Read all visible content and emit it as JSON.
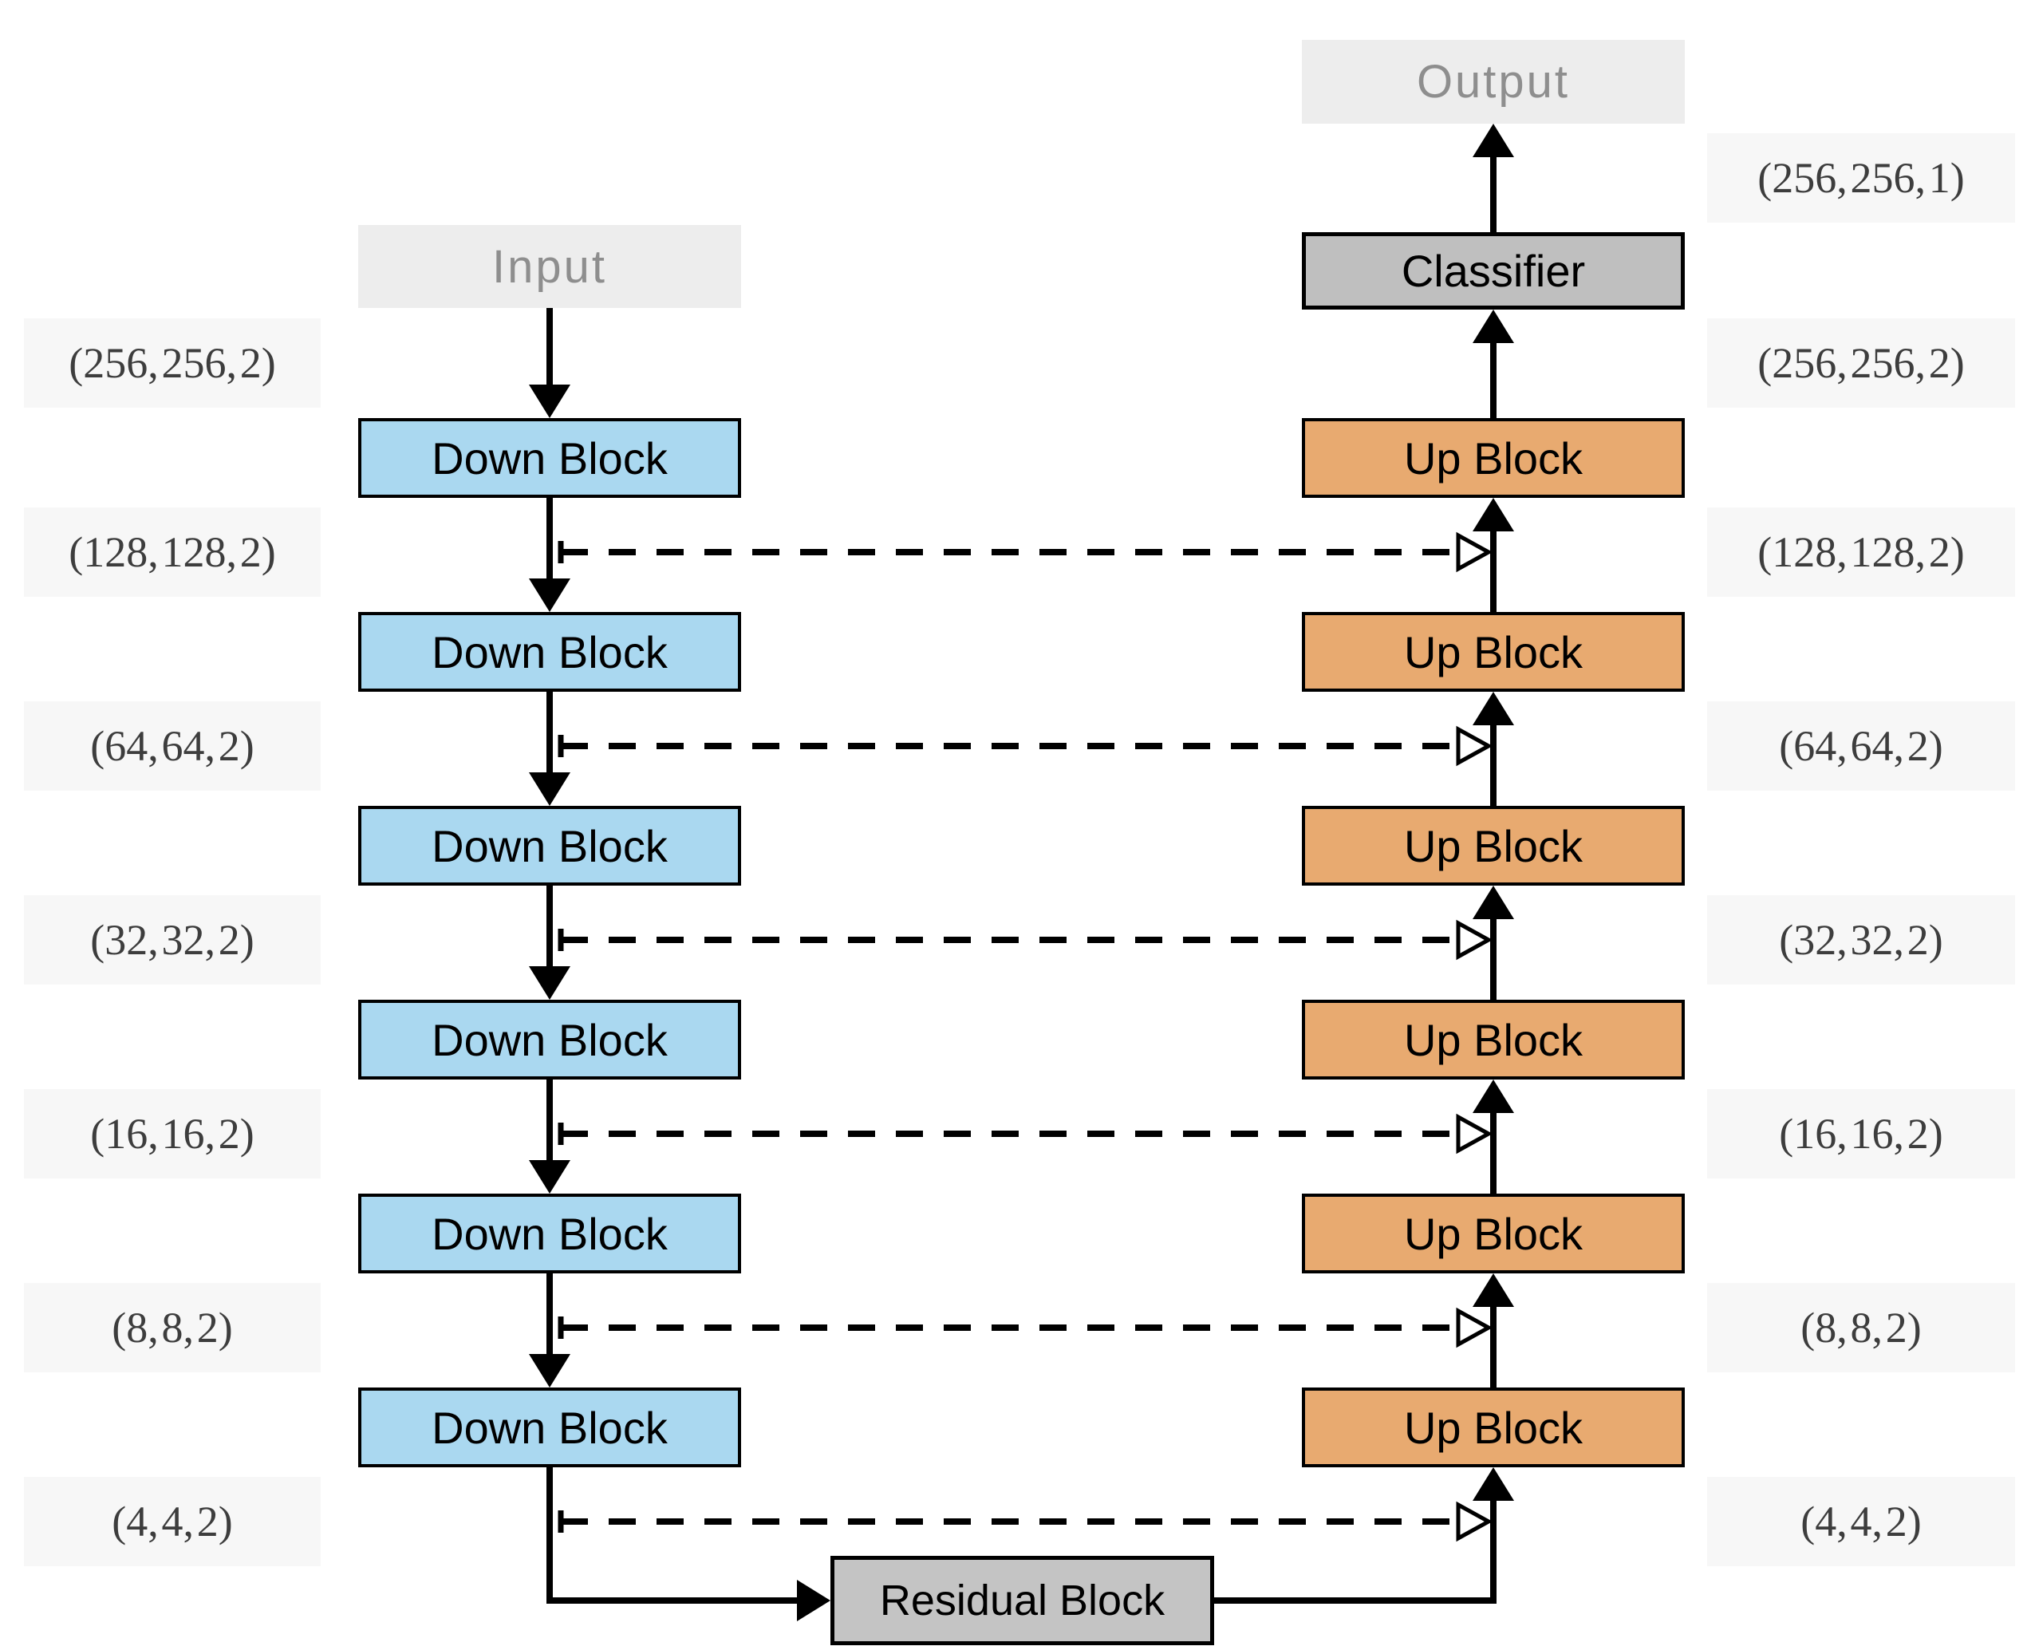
{
  "io": {
    "input": "Input",
    "output": "Output"
  },
  "blocks": {
    "classifier": "Classifier",
    "residual": "Residual Block",
    "down": [
      "Down Block",
      "Down Block",
      "Down Block",
      "Down Block",
      "Down Block",
      "Down Block"
    ],
    "up": [
      "Up Block",
      "Up Block",
      "Up Block",
      "Up Block",
      "Up Block",
      "Up Block"
    ]
  },
  "dimensions": {
    "left": [
      "(256, 256, 2)",
      "(128, 128, 2)",
      "(64, 64, 2)",
      "(32, 32, 2)",
      "(16, 16, 2)",
      "(8, 8, 2)",
      "(4, 4, 2)"
    ],
    "right": [
      "(256, 256, 1)",
      "(256, 256, 2)",
      "(128, 128, 2)",
      "(64, 64, 2)",
      "(32, 32, 2)",
      "(16, 16, 2)",
      "(8, 8, 2)",
      "(4, 4, 2)"
    ]
  },
  "colors": {
    "page_bg": "#ffffff",
    "down_block_fill": "#aad8f0",
    "up_block_fill": "#e8aa70",
    "classifier_fill": "#bfbfbf",
    "residual_fill": "#c4c4c4",
    "io_label_bg": "#ededed",
    "io_label_text": "#8e8e8e",
    "dim_label_bg": "#f7f7f7",
    "dim_label_text": "#3d3d3d",
    "line_color": "#000000",
    "skip_arrowhead_fill": "#ffffff"
  }
}
